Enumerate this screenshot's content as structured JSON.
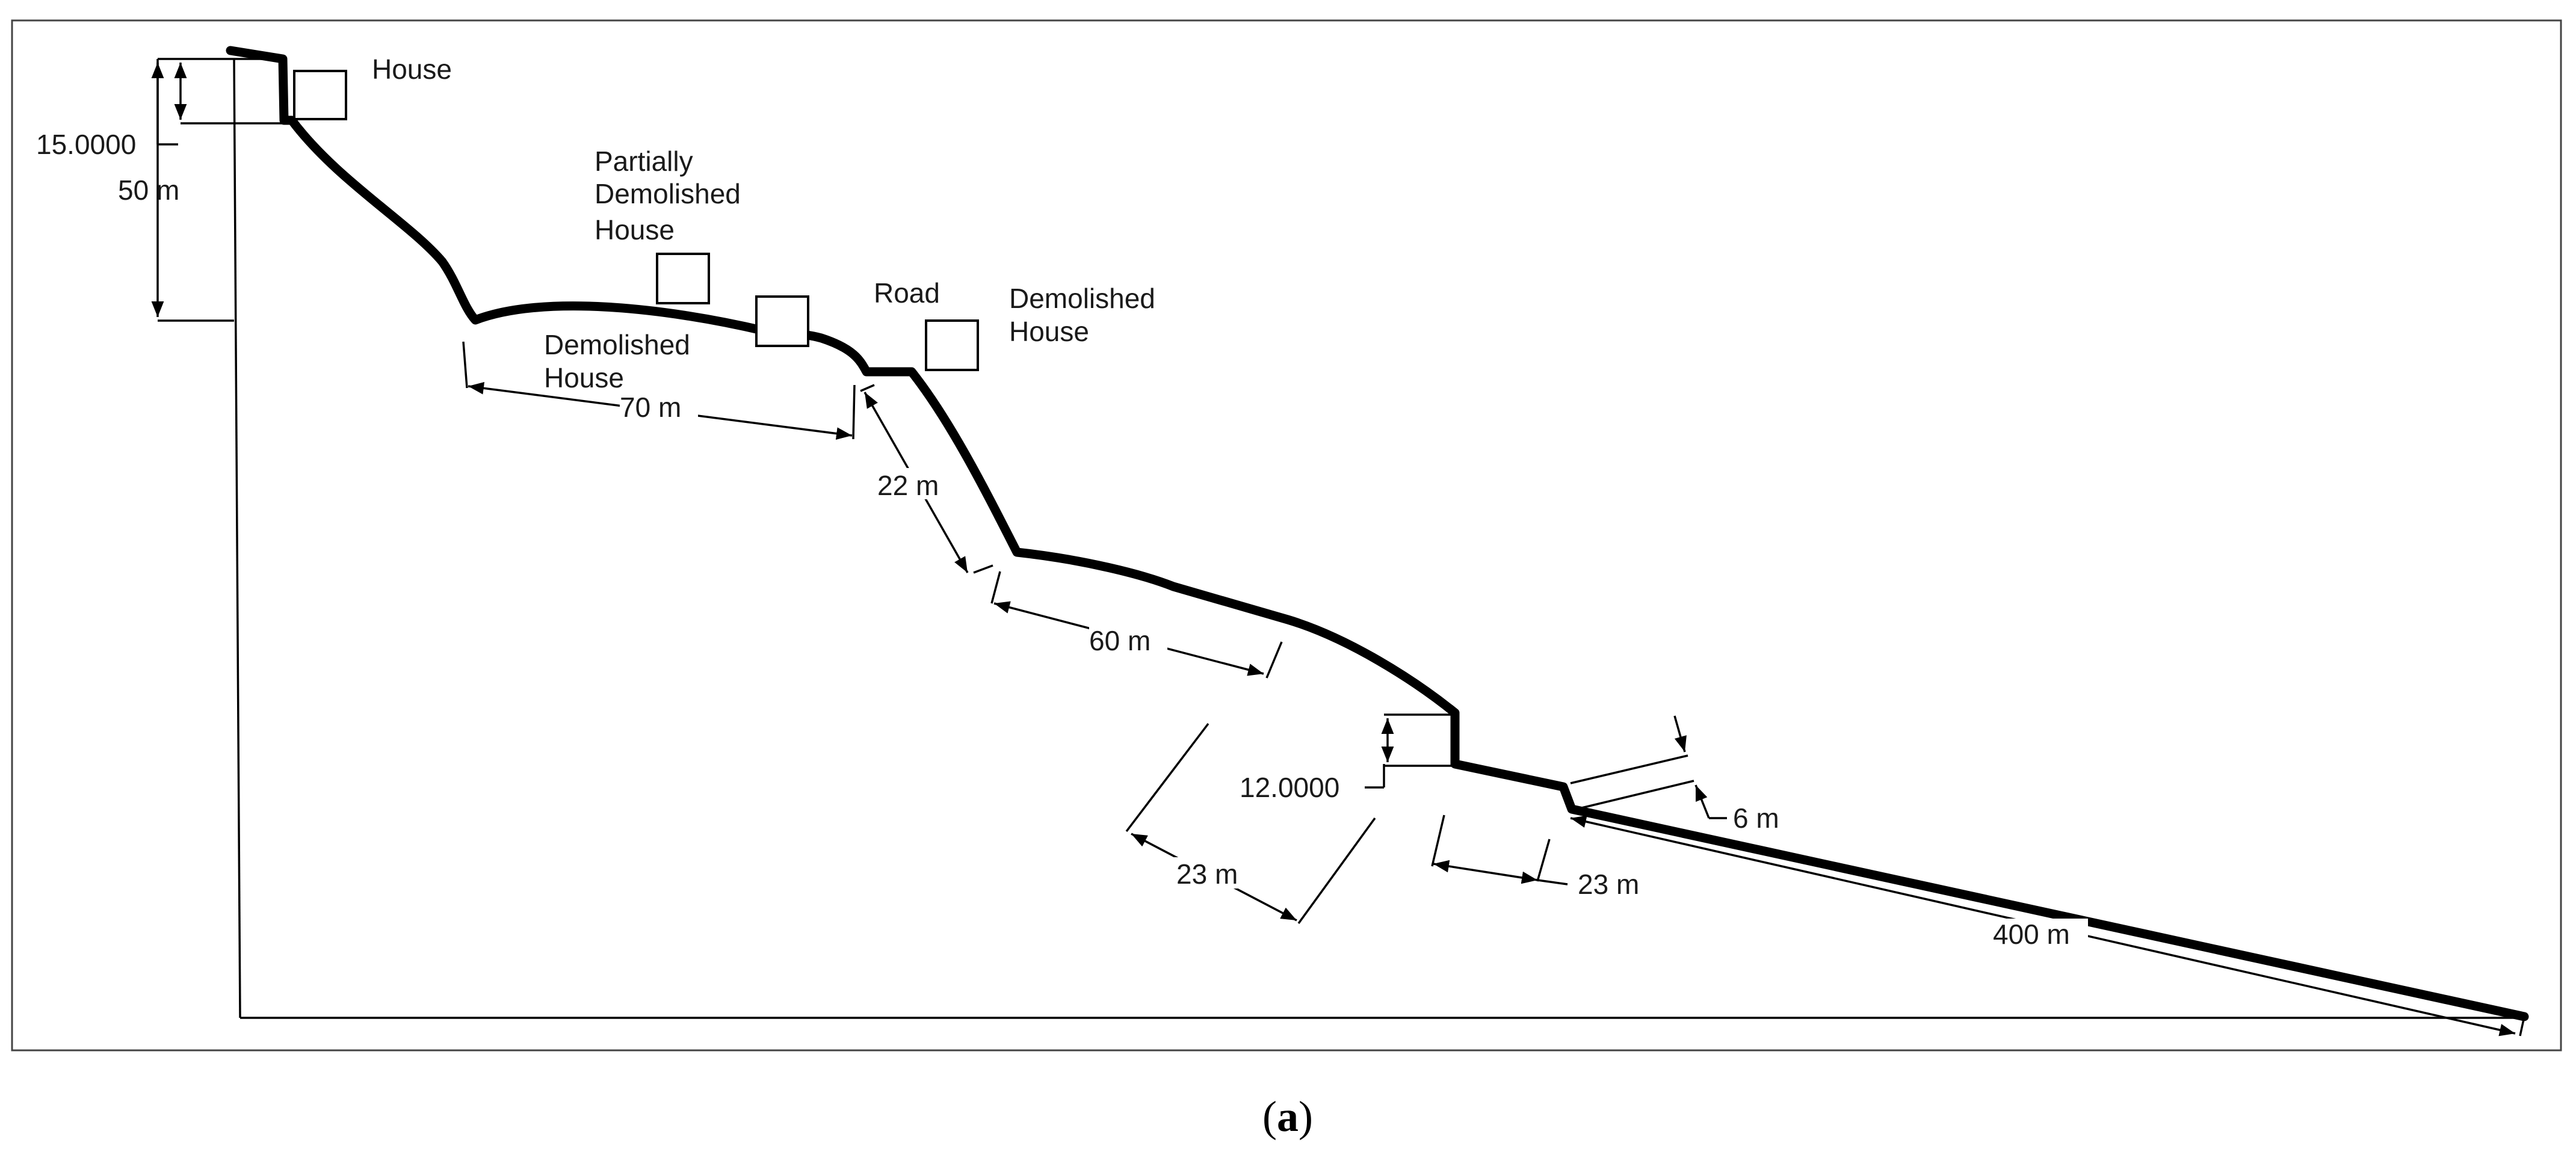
{
  "labels": {
    "house": "House",
    "partially_demolished_house": [
      "Partially",
      "Demolished",
      "House"
    ],
    "demolished_house_1": [
      "Demolished",
      "House"
    ],
    "road": "Road",
    "demolished_house_2": [
      "Demolished",
      "House"
    ]
  },
  "dimensions": {
    "height_15": "15.0000",
    "height_50": "50 m",
    "length_70": "70 m",
    "length_22": "22 m",
    "length_60": "60 m",
    "height_12": "12.0000",
    "length_23_a": "23 m",
    "length_23_b": "23 m",
    "length_6": "6 m",
    "length_400": "400 m"
  },
  "caption": {
    "open": "(",
    "letter": "a",
    "close": ")"
  }
}
